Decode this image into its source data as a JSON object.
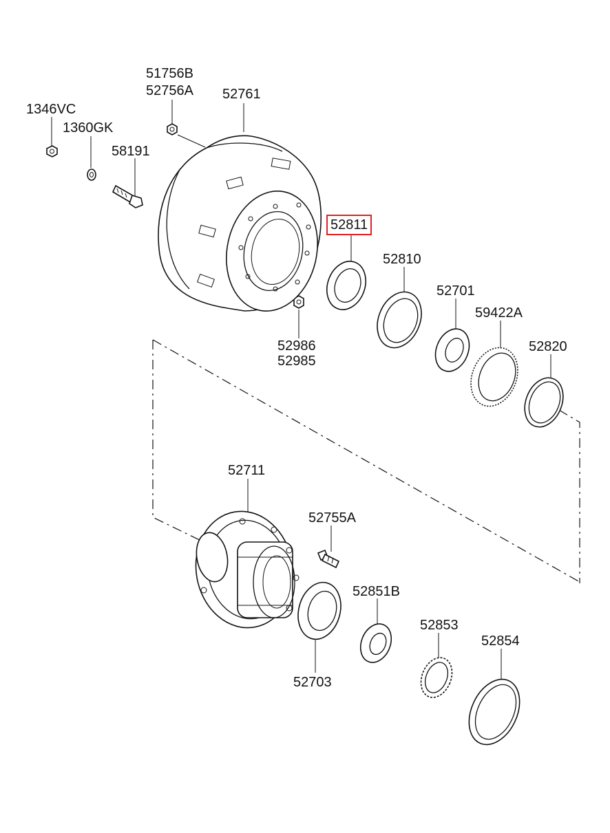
{
  "highlighted_part": "52811",
  "parts": [
    {
      "id": "p1346VC",
      "label": "1346VC"
    },
    {
      "id": "p51756B",
      "label": "51756B"
    },
    {
      "id": "p52756A",
      "label": "52756A"
    },
    {
      "id": "p52761",
      "label": "52761"
    },
    {
      "id": "p1360GK",
      "label": "1360GK"
    },
    {
      "id": "p58191",
      "label": "58191"
    },
    {
      "id": "p52811",
      "label": "52811"
    },
    {
      "id": "p52810",
      "label": "52810"
    },
    {
      "id": "p52701",
      "label": "52701"
    },
    {
      "id": "p59422A",
      "label": "59422A"
    },
    {
      "id": "p52820",
      "label": "52820"
    },
    {
      "id": "p52986",
      "label": "52986"
    },
    {
      "id": "p52985",
      "label": "52985"
    },
    {
      "id": "p52711",
      "label": "52711"
    },
    {
      "id": "p52755A",
      "label": "52755A"
    },
    {
      "id": "p52851B",
      "label": "52851B"
    },
    {
      "id": "p52853",
      "label": "52853"
    },
    {
      "id": "p52854",
      "label": "52854"
    },
    {
      "id": "p52703",
      "label": "52703"
    }
  ]
}
